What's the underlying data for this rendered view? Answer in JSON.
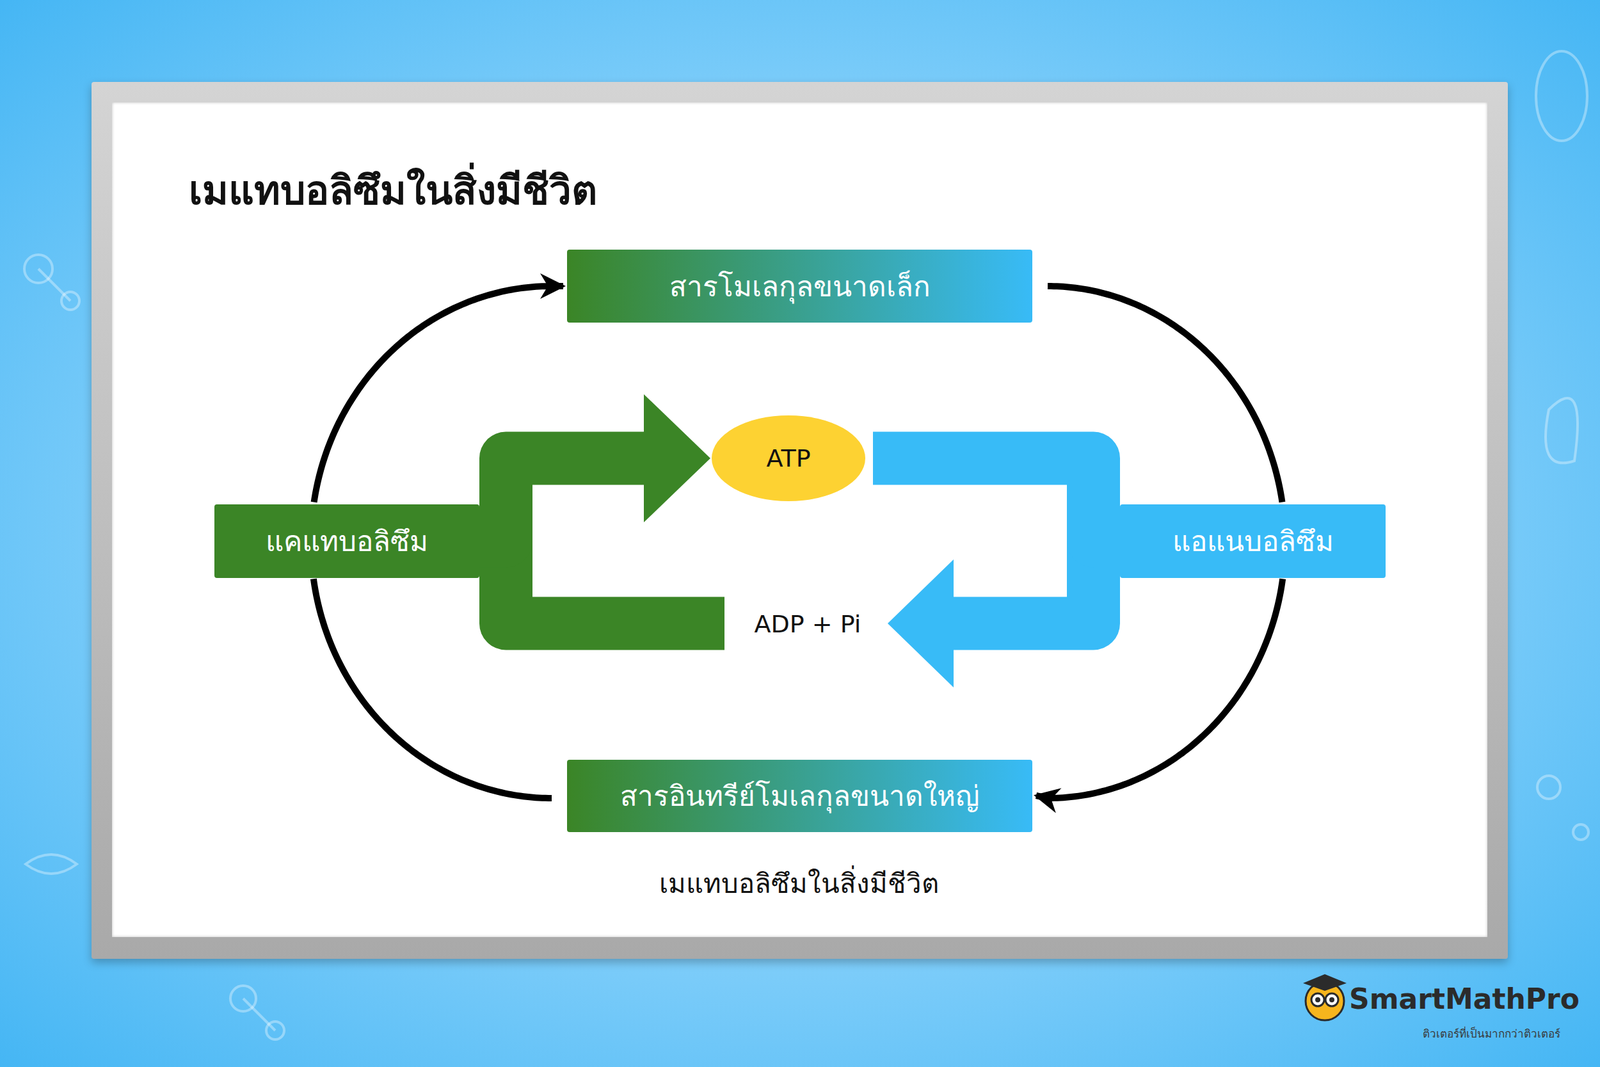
{
  "diagram": {
    "title": "เมแทบอลิซึมในสิ่งมีชีวิต",
    "caption": "เมแทบอลิซึมในสิ่งมีชีวิต",
    "nodes": [
      {
        "text": [
          "สารโมเลกุลขนาดเล็ก"
        ]
      },
      {
        "text": [
          "แคแทบอลิซึม"
        ]
      },
      {
        "text": [
          "ATP"
        ]
      },
      {
        "text": [
          "แอแนบอลิซึม"
        ]
      },
      {
        "text": [
          "สารอินทรีย์โมเลกุลขนาดใหญ่"
        ]
      }
    ],
    "edges": [
      {
        "from": 4,
        "to": 1,
        "arrow": "none"
      },
      {
        "from": 1,
        "to": 0,
        "arrow": "to"
      },
      {
        "from": 0,
        "to": 3,
        "arrow": "none"
      },
      {
        "from": 3,
        "to": 4,
        "arrow": "to"
      },
      {
        "from": 1,
        "to": 2,
        "arrow": "to"
      },
      {
        "from": 2,
        "to": 3,
        "arrow": "none"
      }
    ],
    "labels": [
      "ADP + Pi",
      "SmartMathPro",
      "ติวเตอร์ที่เป็นมากกว่าติวเตอร์"
    ]
  }
}
